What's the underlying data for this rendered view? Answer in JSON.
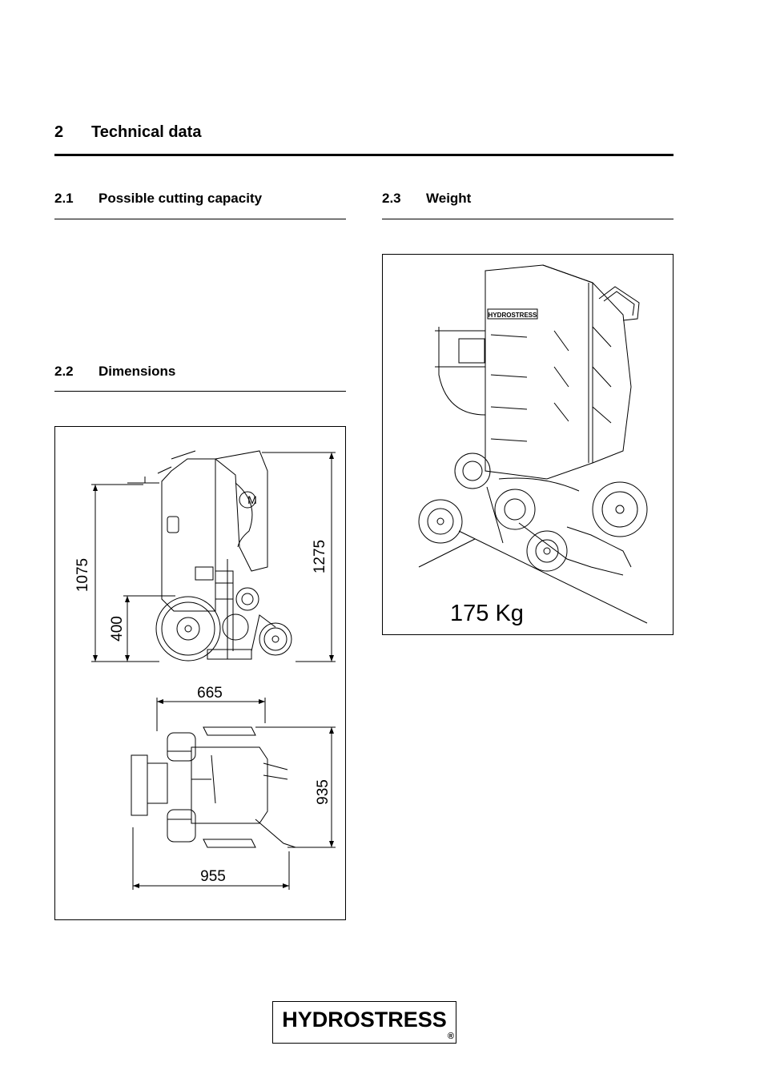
{
  "section": {
    "number": "2",
    "title": "Technical data"
  },
  "subsections": [
    {
      "number": "2.1",
      "title": "Possible cutting capacity"
    },
    {
      "number": "2.2",
      "title": "Dimensions"
    },
    {
      "number": "2.3",
      "title": "Weight"
    }
  ],
  "dimensions_figure": {
    "side_height_total": "1075",
    "side_wheel_height": "400",
    "side_height_max": "1275",
    "top_width": "665",
    "top_depth": "935",
    "top_length": "955",
    "motor_label": "M"
  },
  "weight_figure": {
    "weight_label": "175 Kg",
    "machine_label": "HYDROSTRESS"
  },
  "footer": {
    "logo": "HYDROSTRESS",
    "registered": "®"
  }
}
